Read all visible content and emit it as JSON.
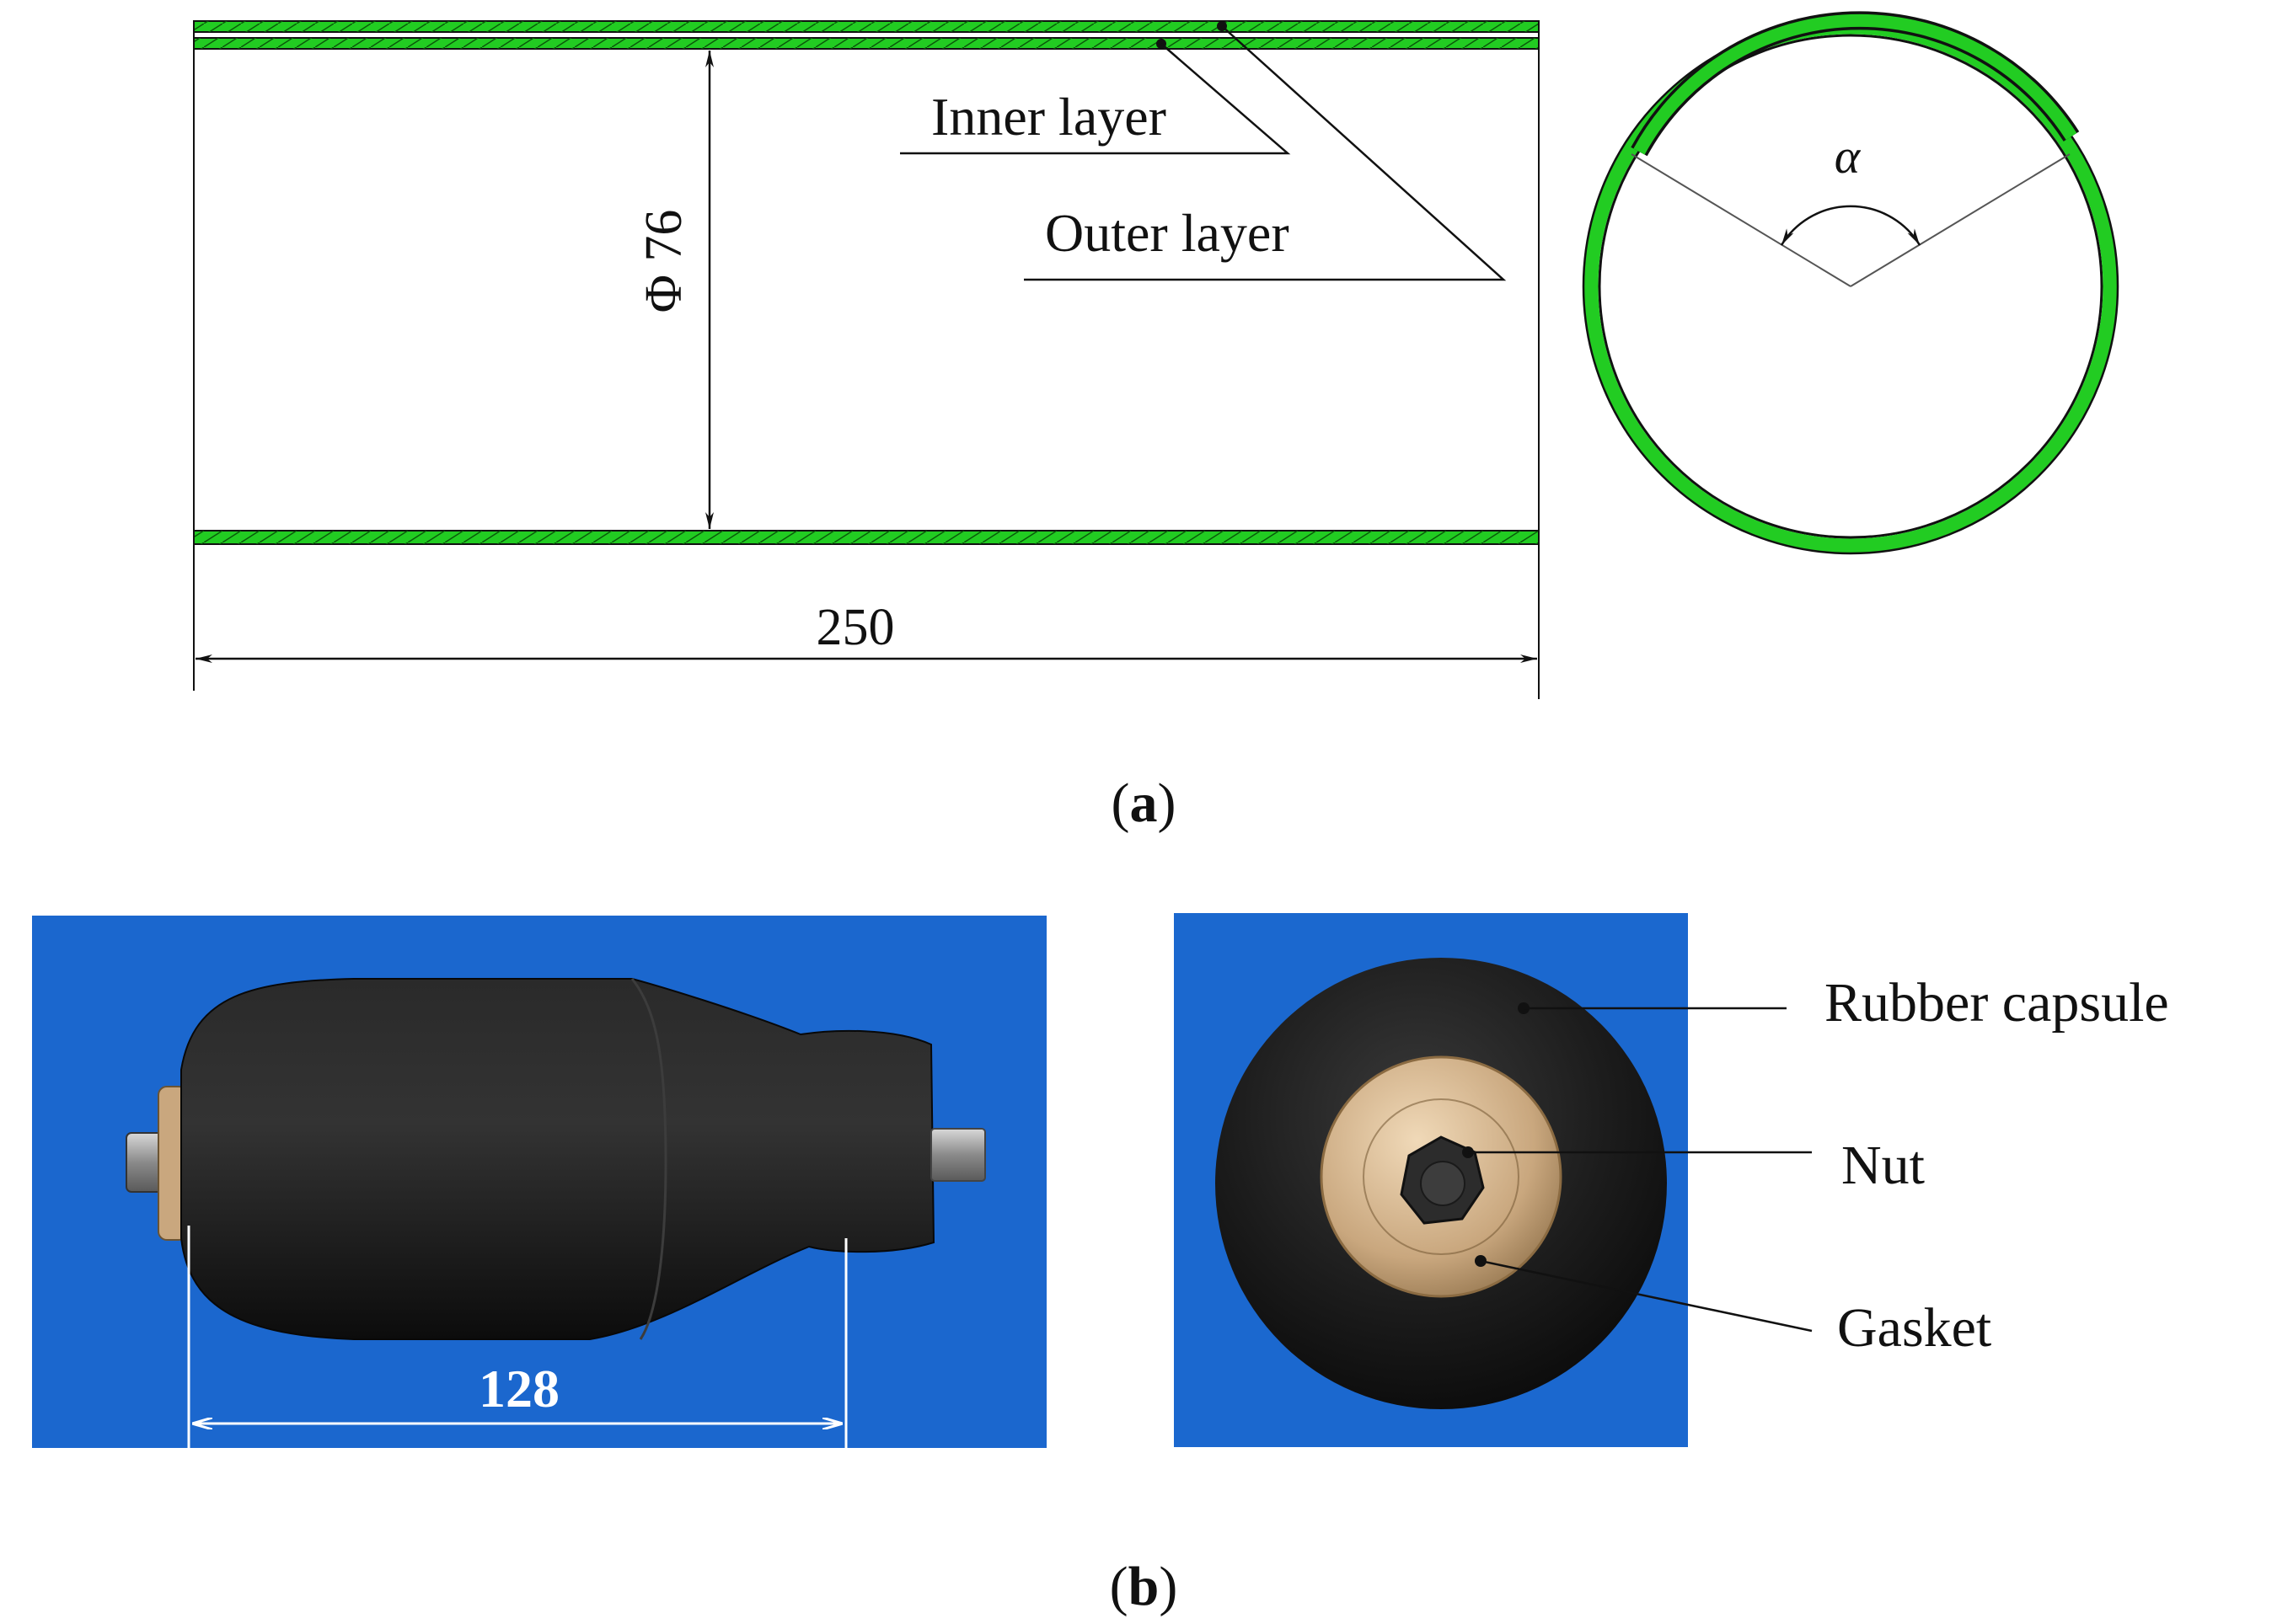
{
  "panel_a": {
    "caption_letter": "a",
    "inner_layer_label": "Inner layer",
    "outer_layer_label": "Outer layer",
    "diameter_label": "Φ 76",
    "length_label": "250",
    "angle_label": "α",
    "layer_color": "#22cc22"
  },
  "panel_b": {
    "caption_letter": "b",
    "length_label": "128",
    "rubber_capsule_label": "Rubber capsule",
    "nut_label": "Nut",
    "gasket_label": "Gasket",
    "background_color": "#1f6fd8"
  }
}
